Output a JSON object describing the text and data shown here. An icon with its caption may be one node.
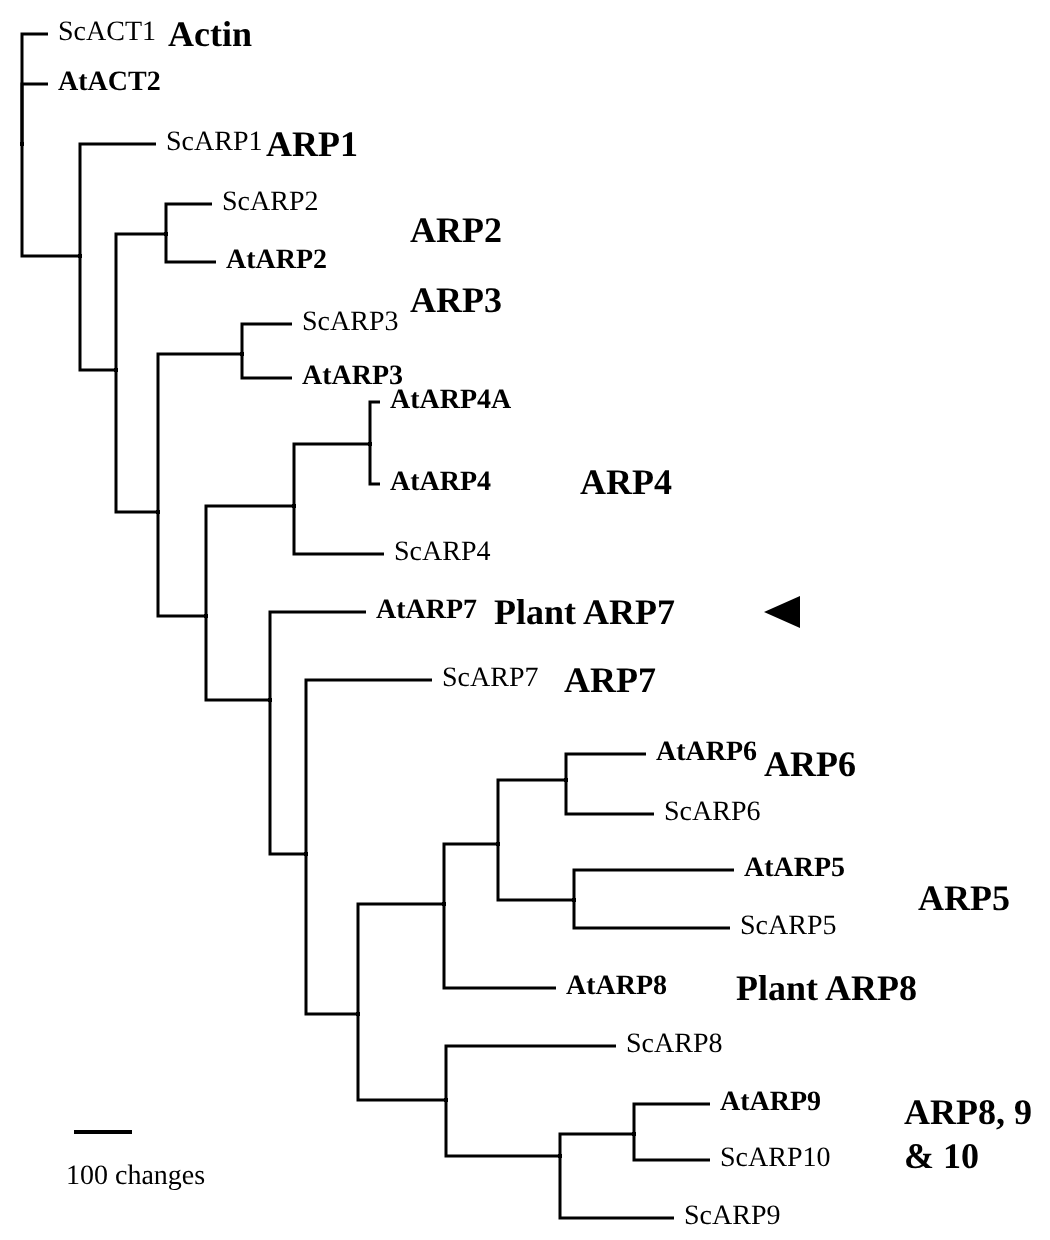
{
  "diagram": {
    "nodes": [
      {
        "text": [],
        "shape": "point"
      },
      {
        "text": [
          "ScACT1"
        ]
      },
      {
        "text": [
          "AtACT2"
        ]
      },
      {
        "text": [],
        "shape": "point"
      },
      {
        "text": [
          "ScARP1"
        ]
      },
      {
        "text": [],
        "shape": "point"
      },
      {
        "text": [],
        "shape": "point"
      },
      {
        "text": [
          "ScARP2"
        ]
      },
      {
        "text": [
          "AtARP2"
        ]
      },
      {
        "text": [],
        "shape": "point"
      },
      {
        "text": [],
        "shape": "point"
      },
      {
        "text": [
          "ScARP3"
        ]
      },
      {
        "text": [
          "AtARP3"
        ]
      },
      {
        "text": [],
        "shape": "point"
      },
      {
        "text": [],
        "shape": "point"
      },
      {
        "text": [],
        "shape": "point"
      },
      {
        "text": [
          "AtARP4A"
        ]
      },
      {
        "text": [
          "AtARP4"
        ]
      },
      {
        "text": [
          "ScARP4"
        ]
      },
      {
        "text": [],
        "shape": "point"
      },
      {
        "text": [
          "AtARP7"
        ]
      },
      {
        "text": [],
        "shape": "point"
      },
      {
        "text": [
          "ScARP7"
        ]
      },
      {
        "text": [],
        "shape": "point"
      },
      {
        "text": [],
        "shape": "point"
      },
      {
        "text": [],
        "shape": "point"
      },
      {
        "text": [],
        "shape": "point"
      },
      {
        "text": [
          "AtARP6"
        ]
      },
      {
        "text": [
          "ScARP6"
        ]
      },
      {
        "text": [],
        "shape": "point"
      },
      {
        "text": [
          "AtARP5"
        ]
      },
      {
        "text": [
          "ScARP5"
        ]
      },
      {
        "text": [
          "AtARP8"
        ]
      },
      {
        "text": [],
        "shape": "point"
      },
      {
        "text": [
          "ScARP8"
        ]
      },
      {
        "text": [],
        "shape": "point"
      },
      {
        "text": [],
        "shape": "point"
      },
      {
        "text": [
          "AtARP9"
        ]
      },
      {
        "text": [
          "ScARP10"
        ]
      },
      {
        "text": [
          "ScARP9"
        ]
      }
    ],
    "edges": [
      {
        "from": 0,
        "to": 1,
        "arrow": "none"
      },
      {
        "from": 0,
        "to": 2,
        "arrow": "none"
      },
      {
        "from": 0,
        "to": 3,
        "arrow": "none"
      },
      {
        "from": 3,
        "to": 4,
        "arrow": "none"
      },
      {
        "from": 3,
        "to": 5,
        "arrow": "none"
      },
      {
        "from": 5,
        "to": 6,
        "arrow": "none"
      },
      {
        "from": 6,
        "to": 7,
        "arrow": "none"
      },
      {
        "from": 6,
        "to": 8,
        "arrow": "none"
      },
      {
        "from": 5,
        "to": 9,
        "arrow": "none"
      },
      {
        "from": 9,
        "to": 10,
        "arrow": "none"
      },
      {
        "from": 10,
        "to": 11,
        "arrow": "none"
      },
      {
        "from": 10,
        "to": 12,
        "arrow": "none"
      },
      {
        "from": 9,
        "to": 13,
        "arrow": "none"
      },
      {
        "from": 13,
        "to": 14,
        "arrow": "none"
      },
      {
        "from": 14,
        "to": 15,
        "arrow": "none"
      },
      {
        "from": 15,
        "to": 16,
        "arrow": "none"
      },
      {
        "from": 15,
        "to": 17,
        "arrow": "none"
      },
      {
        "from": 14,
        "to": 18,
        "arrow": "none"
      },
      {
        "from": 13,
        "to": 19,
        "arrow": "none"
      },
      {
        "from": 19,
        "to": 20,
        "arrow": "none"
      },
      {
        "from": 19,
        "to": 21,
        "arrow": "none"
      },
      {
        "from": 21,
        "to": 22,
        "arrow": "none"
      },
      {
        "from": 21,
        "to": 23,
        "arrow": "none"
      },
      {
        "from": 23,
        "to": 24,
        "arrow": "none"
      },
      {
        "from": 24,
        "to": 25,
        "arrow": "none"
      },
      {
        "from": 25,
        "to": 26,
        "arrow": "none"
      },
      {
        "from": 26,
        "to": 27,
        "arrow": "none"
      },
      {
        "from": 26,
        "to": 28,
        "arrow": "none"
      },
      {
        "from": 25,
        "to": 29,
        "arrow": "none"
      },
      {
        "from": 29,
        "to": 30,
        "arrow": "none"
      },
      {
        "from": 29,
        "to": 31,
        "arrow": "none"
      },
      {
        "from": 24,
        "to": 32,
        "arrow": "none"
      },
      {
        "from": 23,
        "to": 33,
        "arrow": "none"
      },
      {
        "from": 33,
        "to": 34,
        "arrow": "none"
      },
      {
        "from": 33,
        "to": 35,
        "arrow": "none"
      },
      {
        "from": 35,
        "to": 36,
        "arrow": "none"
      },
      {
        "from": 36,
        "to": 37,
        "arrow": "none"
      },
      {
        "from": 36,
        "to": 38,
        "arrow": "none"
      },
      {
        "from": 35,
        "to": 39,
        "arrow": "none"
      }
    ],
    "labels": [
      "Actin",
      "ARP1",
      "ARP2",
      "ARP3",
      "ARP4",
      "Plant ARP7",
      "ARP7",
      "ARP6",
      "ARP5",
      "Plant ARP8",
      "ARP8, 9 & 10",
      "100 changes"
    ]
  }
}
